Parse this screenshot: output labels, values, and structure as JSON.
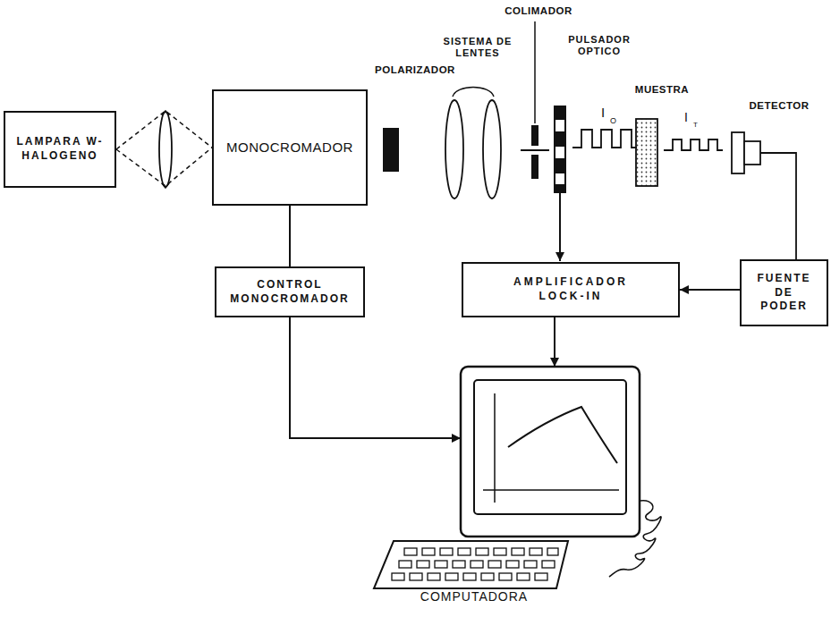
{
  "diagram": {
    "nodes": [
      {
        "text": [
          "LAMPARA W-HALOGENO"
        ]
      },
      {
        "text": [
          "MONOCROMADOR"
        ]
      },
      {
        "text": [
          "CONTROL MONOCROMADOR"
        ]
      },
      {
        "text": [
          "AMPLIFICADOR LOCK-IN"
        ]
      },
      {
        "text": [
          "FUENTE DE PODER"
        ]
      },
      {
        "text": [
          "COMPUTADORA"
        ]
      }
    ],
    "edges": [
      {
        "from": 0,
        "to": 1,
        "arrow": "none"
      },
      {
        "from": 1,
        "to": 2,
        "arrow": "none"
      },
      {
        "from": 2,
        "to": 5,
        "arrow": "to"
      },
      {
        "from": 3,
        "to": 5,
        "arrow": "to"
      },
      {
        "from": 4,
        "to": 3,
        "arrow": "to"
      }
    ],
    "labels": [
      "POLARIZADOR",
      "SISTEMA DE LENTES",
      "COLIMADOR",
      "PULSADOR OPTICO",
      "I",
      "O",
      "MUESTRA",
      "I",
      "T",
      "DETECTOR"
    ]
  }
}
